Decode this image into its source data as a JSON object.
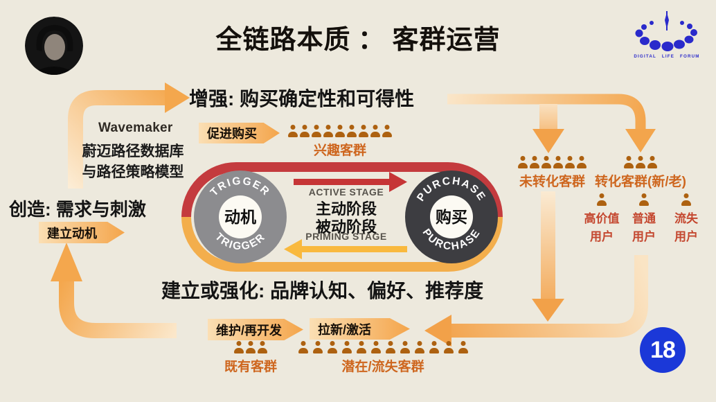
{
  "slide": {
    "title": "全链路本质 ： 客群运营",
    "page_number": "18",
    "background_color": "#EDE9DD"
  },
  "logo": {
    "text": "DIGITAL LIFE FORUM"
  },
  "left_column": {
    "brand": "Wavemaker",
    "brand_note": [
      "蔚迈路径数据库",
      "与路径策略模型"
    ],
    "heading": "创造: 需求与刺激",
    "badge": "建立动机"
  },
  "top_flow": {
    "heading": "增强: 购买确定性和可得性",
    "badge": "促进购买",
    "group": {
      "label": "兴趣客群",
      "count": 9
    }
  },
  "right_flow": {
    "unconverted": {
      "label": "未转化客群",
      "count": 6
    },
    "converted": {
      "label": "转化客群(新/老)",
      "count": 3
    },
    "sub_users": [
      {
        "line1": "高价值",
        "line2": "用户"
      },
      {
        "line1": "普通",
        "line2": "用户"
      },
      {
        "line1": "流失",
        "line2": "用户"
      }
    ]
  },
  "bottom_flow": {
    "heading": "建立或强化: 品牌认知、偏好、推荐度",
    "badge_left": "维护/再开发",
    "badge_right": "拉新/激活",
    "existing_group": {
      "label": "既有客群",
      "count": 3
    },
    "potential_group": {
      "label": "潜在/流失客群",
      "count": 12
    }
  },
  "journey_loop": {
    "trigger": {
      "en": "TRIGGER",
      "zh": "动机"
    },
    "purchase": {
      "en": "PURCHASE",
      "zh": "购买"
    },
    "active_stage_en": "ACTIVE STAGE",
    "active_stage_zh": "主动阶段",
    "priming_stage_zh": "被动阶段",
    "priming_stage_en": "PRIMING STAGE"
  },
  "colors": {
    "accent_orange": "#F4A74D",
    "loop_red": "#C43B3E",
    "loop_yellow": "#F3AE4C",
    "center_arrow_red": "#C63536",
    "center_arrow_yellow": "#F9B93E",
    "person_icon": "#AD6110",
    "group_label": "#CE661E",
    "sub_user_label": "#C4472F",
    "page_badge_blue": "#1B38D8",
    "logo_blue": "#2A2ACB"
  }
}
